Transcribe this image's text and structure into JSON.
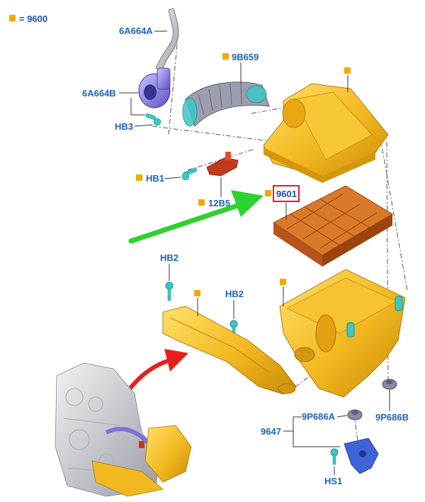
{
  "legend": {
    "marker_color": "#f5a800",
    "text": "= 9600"
  },
  "labels": {
    "hose_upper": "6A664A",
    "maf_housing": "6A664B",
    "screw_hb3": "HB3",
    "intake_duct": "9B659",
    "screw_hb1": "HB1",
    "sensor_12b": "12B5",
    "filter": "9601",
    "bolt_hb2_left": "HB2",
    "bolt_hb2_right": "HB2",
    "bracket_group": "9647",
    "grommet_a": "9P686A",
    "grommet_b": "9P686B",
    "screw_hs1": "HS1"
  },
  "colors": {
    "label_blue": "#1f63b8",
    "part_orange": "#f2b81f",
    "filter_brown": "#c8621a",
    "maf_purple": "#7b72d6",
    "fastener_teal": "#3cc7c7",
    "sensor_red": "#c23a1e",
    "highlight_box": "#e02020",
    "green_arrow": "#2ed22e",
    "red_arrow": "#e81e1e"
  }
}
